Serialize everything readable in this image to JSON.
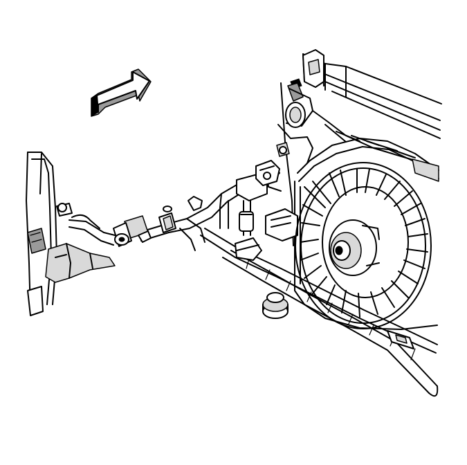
{
  "figure": {
    "icons": [
      "direction-arrow-icon"
    ],
    "components": [
      "radiator",
      "cooling-fan-shroud",
      "cooling-fan",
      "ac-refrigerant-line",
      "line-fitting",
      "line-bracket",
      "wiring-harness",
      "left-hose-assembly"
    ],
    "colors": {
      "line": "#000000",
      "background": "#ffffff",
      "shade_light": "#d9d9d9",
      "shade_dark": "#9a9a9a"
    }
  }
}
